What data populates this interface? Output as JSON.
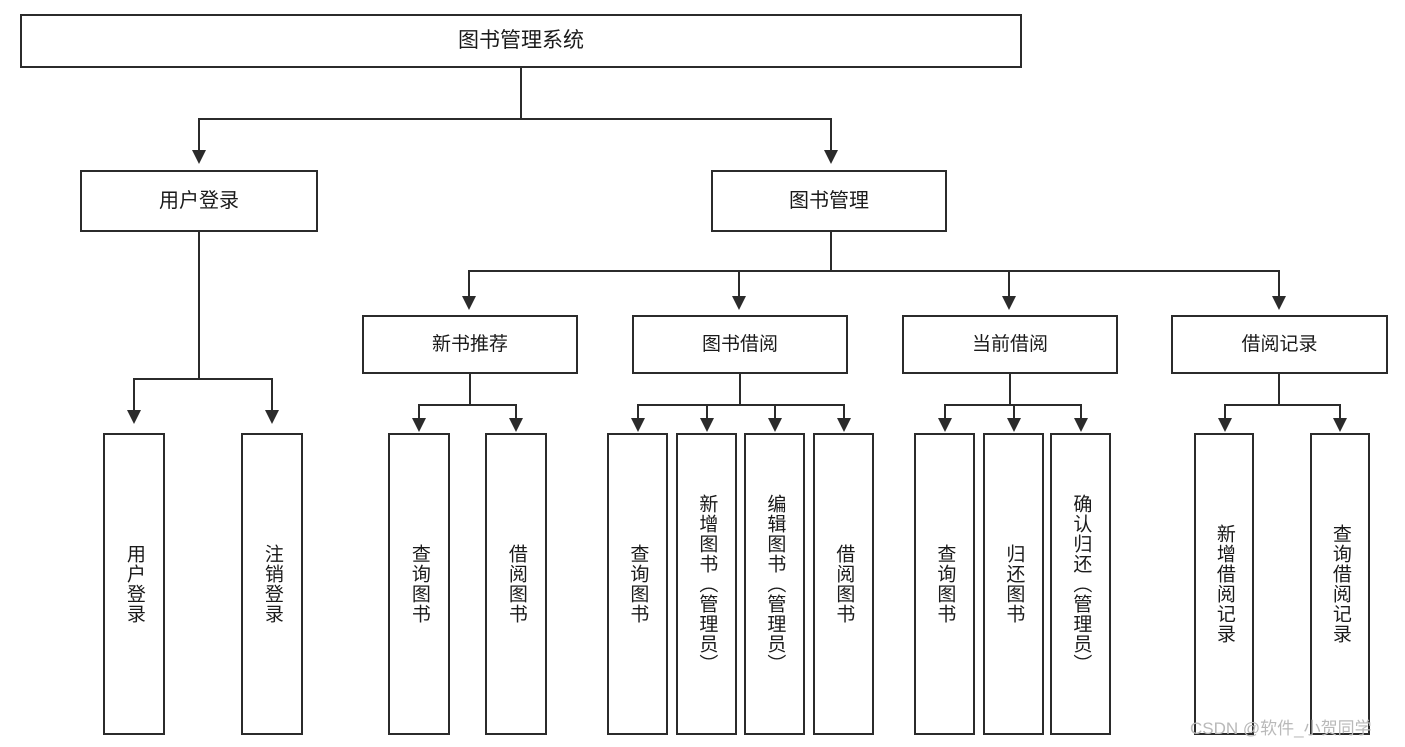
{
  "diagram": {
    "title": "图书管理系统",
    "type": "hierarchy-tree",
    "root": {
      "id": "root",
      "label": "图书管理系统",
      "orientation": "horizontal"
    },
    "level2": [
      {
        "id": "user-login",
        "label": "用户登录",
        "orientation": "horizontal"
      },
      {
        "id": "book-manage",
        "label": "图书管理",
        "orientation": "horizontal"
      }
    ],
    "level3": [
      {
        "id": "new-book-recommend",
        "label": "新书推荐",
        "parent": "book-manage",
        "orientation": "horizontal"
      },
      {
        "id": "book-borrow",
        "label": "图书借阅",
        "parent": "book-manage",
        "orientation": "horizontal"
      },
      {
        "id": "current-borrow",
        "label": "当前借阅",
        "parent": "book-manage",
        "orientation": "horizontal"
      },
      {
        "id": "borrow-record",
        "label": "借阅记录",
        "parent": "book-manage",
        "orientation": "horizontal"
      }
    ],
    "leaves": [
      {
        "id": "leaf-user-login",
        "label": "用户登录",
        "parent": "user-login",
        "orientation": "vertical"
      },
      {
        "id": "leaf-logout-login",
        "label": "注销登录",
        "parent": "user-login",
        "orientation": "vertical"
      },
      {
        "id": "leaf-query-book-1",
        "label": "查询图书",
        "parent": "new-book-recommend",
        "orientation": "vertical"
      },
      {
        "id": "leaf-borrow-book-1",
        "label": "借阅图书",
        "parent": "new-book-recommend",
        "orientation": "vertical"
      },
      {
        "id": "leaf-query-book-2",
        "label": "查询图书",
        "parent": "book-borrow",
        "orientation": "vertical"
      },
      {
        "id": "leaf-add-book",
        "label": "新增图书（管理员）",
        "parent": "book-borrow",
        "orientation": "vertical"
      },
      {
        "id": "leaf-edit-book",
        "label": "编辑图书（管理员）",
        "parent": "book-borrow",
        "orientation": "vertical"
      },
      {
        "id": "leaf-borrow-book-2",
        "label": "借阅图书",
        "parent": "book-borrow",
        "orientation": "vertical"
      },
      {
        "id": "leaf-query-book-3",
        "label": "查询图书",
        "parent": "current-borrow",
        "orientation": "vertical"
      },
      {
        "id": "leaf-return-book",
        "label": "归还图书",
        "parent": "current-borrow",
        "orientation": "vertical"
      },
      {
        "id": "leaf-confirm-return",
        "label": "确认归还（管理员）",
        "parent": "current-borrow",
        "orientation": "vertical"
      },
      {
        "id": "leaf-add-record",
        "label": "新增借阅记录",
        "parent": "borrow-record",
        "orientation": "vertical"
      },
      {
        "id": "leaf-query-record",
        "label": "查询借阅记录",
        "parent": "borrow-record",
        "orientation": "vertical"
      }
    ],
    "colors": {
      "stroke": "#2b2b2b",
      "fill": "#ffffff",
      "text": "#1a1a1a",
      "watermark": "#b9b9b9"
    }
  },
  "watermark": {
    "text": "CSDN @软件_小贺同学"
  }
}
